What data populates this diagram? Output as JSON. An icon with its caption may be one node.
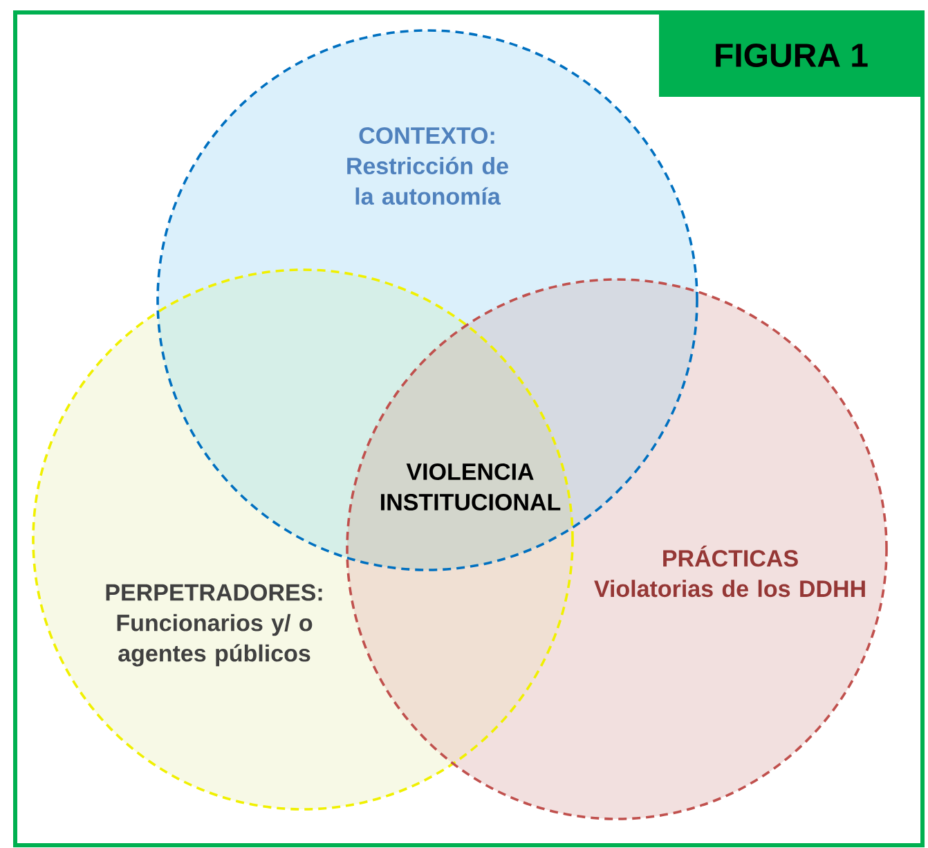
{
  "diagram": {
    "title": "FIGURA 1",
    "nodes": [
      {
        "text": [
          "CONTEXTO:",
          "Restricción de la autonomía"
        ]
      },
      {
        "text": [
          "PERPETRADORES:",
          "Funcionarios y/ o agentes públicos"
        ]
      },
      {
        "text": [
          "PRÁCTICAS",
          "Violatorias de los DDHH"
        ]
      }
    ],
    "labels": [
      "VIOLENCIA INSTITUCIONAL"
    ]
  }
}
